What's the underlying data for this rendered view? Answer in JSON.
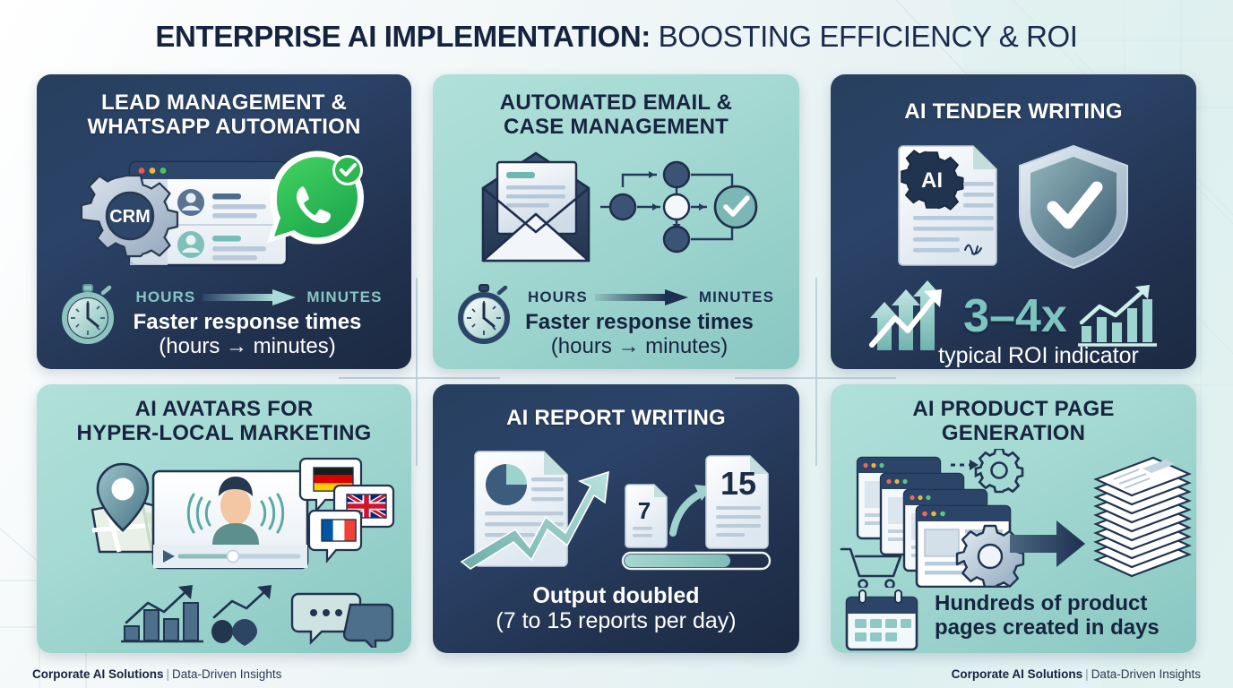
{
  "title": {
    "strong": "ENTERPRISE AI IMPLEMENTATION:",
    "light": " BOOSTING EFFICIENCY & ROI"
  },
  "colors": {
    "navy": "#2b4368",
    "navy_dark": "#1c2942",
    "teal_card": "#a5d9d3",
    "teal_accent": "#86c6c4",
    "title_navy": "#16233f",
    "whatsapp_green": "#25d366",
    "page_bg": "#eaf3f4"
  },
  "cards": [
    {
      "id": "lead-management",
      "theme": "dark",
      "title_lines": [
        "LEAD MANAGEMENT &",
        "WHATSAPP AUTOMATION"
      ],
      "badge": "CRM",
      "metric_from": "HOURS",
      "metric_to": "MINUTES",
      "foot_main": "Faster response times",
      "foot_sub": "(hours → minutes)"
    },
    {
      "id": "automated-email",
      "theme": "teal",
      "title_lines": [
        "AUTOMATED EMAIL &",
        "CASE MANAGEMENT"
      ],
      "metric_from": "HOURS",
      "metric_to": "MINUTES",
      "foot_main": "Faster response times",
      "foot_sub": "(hours → minutes)"
    },
    {
      "id": "ai-tender-writing",
      "theme": "dark",
      "title_lines": [
        "AI TENDER WRITING"
      ],
      "doc_badge": "AI",
      "stat_value": "3–4x",
      "stat_label": "typical ROI indicator"
    },
    {
      "id": "ai-avatars",
      "theme": "teal",
      "title_lines": [
        "AI AVATARS FOR",
        "HYPER-LOCAL MARKETING"
      ],
      "flags": [
        "germany",
        "united-kingdom",
        "france"
      ]
    },
    {
      "id": "ai-report-writing",
      "theme": "dark",
      "title_lines": [
        "AI REPORT WRITING"
      ],
      "doc_before": "7",
      "doc_after": "15",
      "progress_percent": 72,
      "foot_main": "Output doubled",
      "foot_sub": "(7 to 15 reports per day)"
    },
    {
      "id": "ai-product-page-generation",
      "theme": "teal",
      "title_lines": [
        "AI PRODUCT PAGE",
        "GENERATION"
      ],
      "foot_line1": "Hundreds of product",
      "foot_line2": "pages created in days"
    }
  ],
  "footer": {
    "brand": "Corporate AI Solutions",
    "separator": "|",
    "tagline": "Data-Driven Insights"
  }
}
